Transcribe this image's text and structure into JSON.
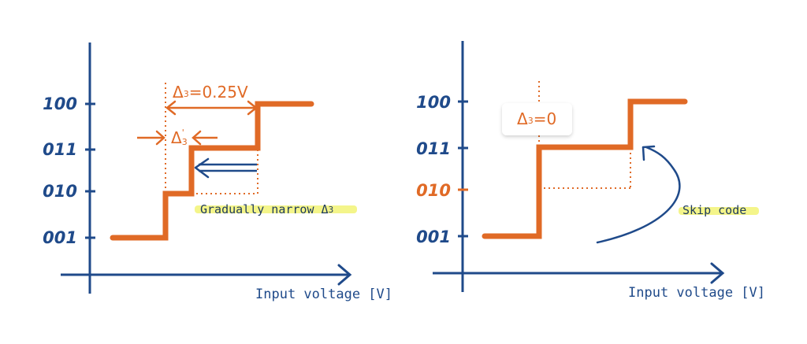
{
  "colors": {
    "axis": "#1f4a8a",
    "staircase": "#e06a26",
    "highlight": "#f4f58a",
    "note_text": "#1e3a5f"
  },
  "left_diagram": {
    "y_ticks": [
      "100",
      "011",
      "010",
      "001"
    ],
    "x_axis_title": "Input voltage [V]",
    "delta_label": "Δ",
    "delta_sub": "3",
    "delta_value": "=0.25V",
    "delta_prime_label": "Δ",
    "delta_prime_mark": "'",
    "delta_prime_sub": "3",
    "note": "Gradually narrow Δ",
    "note_sub": "3"
  },
  "right_diagram": {
    "y_ticks": [
      "100",
      "011",
      "010",
      "001"
    ],
    "highlighted_tick": "010",
    "x_axis_title": "Input voltage [V]",
    "callout_label": "Δ",
    "callout_sub": "3",
    "callout_value": "=0",
    "note": "Skip code"
  }
}
